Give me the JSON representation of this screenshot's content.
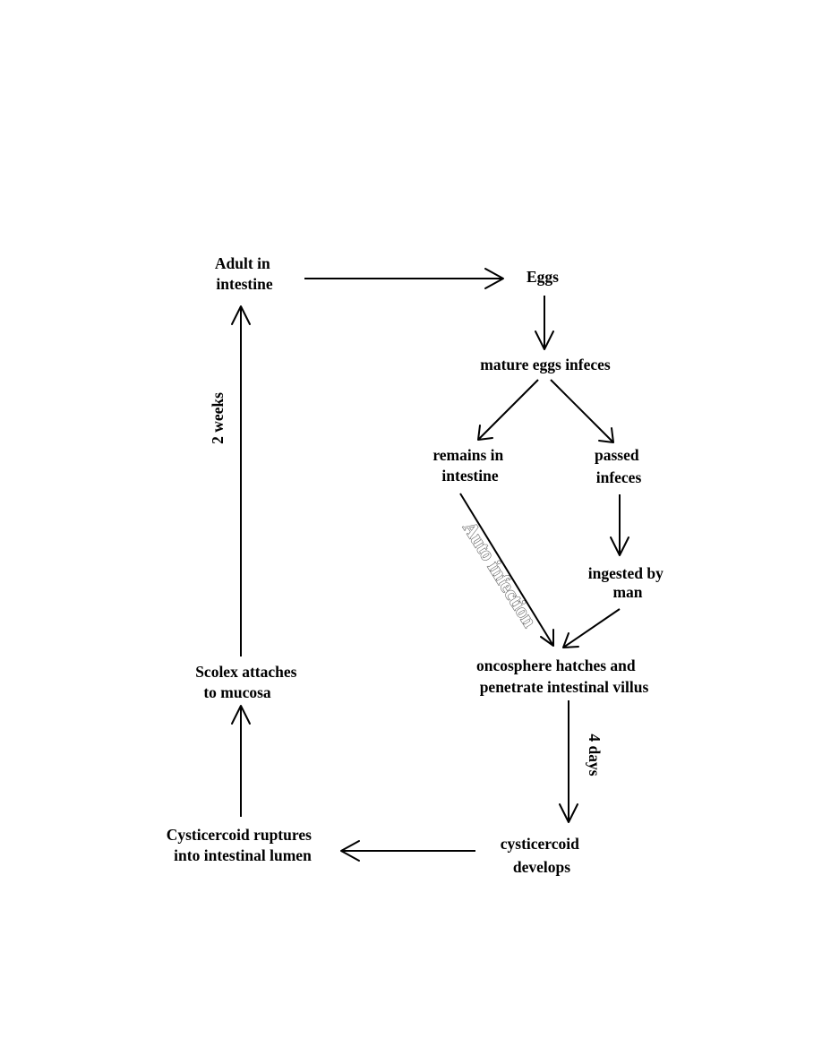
{
  "nodes": {
    "adult": [
      "Adult in",
      "intestine"
    ],
    "eggs": [
      "Eggs"
    ],
    "mature_eggs": [
      "mature eggs infeces"
    ],
    "remains": [
      "remains in",
      "intestine"
    ],
    "passed": [
      "passed",
      "infeces"
    ],
    "ingested": [
      "ingested by",
      "man"
    ],
    "oncosphere": [
      "oncosphere hatches and",
      "penetrate intestinal villus"
    ],
    "cysticercoid": [
      "cysticercoid",
      "develops"
    ],
    "ruptures": [
      "Cysticercoid ruptures",
      "into intestinal lumen"
    ],
    "scolex": [
      "Scolex attaches",
      "to mucosa"
    ]
  },
  "edge_labels": {
    "two_weeks": "2 weeks",
    "four_days": "4 days",
    "auto_infection": "Auto infection"
  }
}
